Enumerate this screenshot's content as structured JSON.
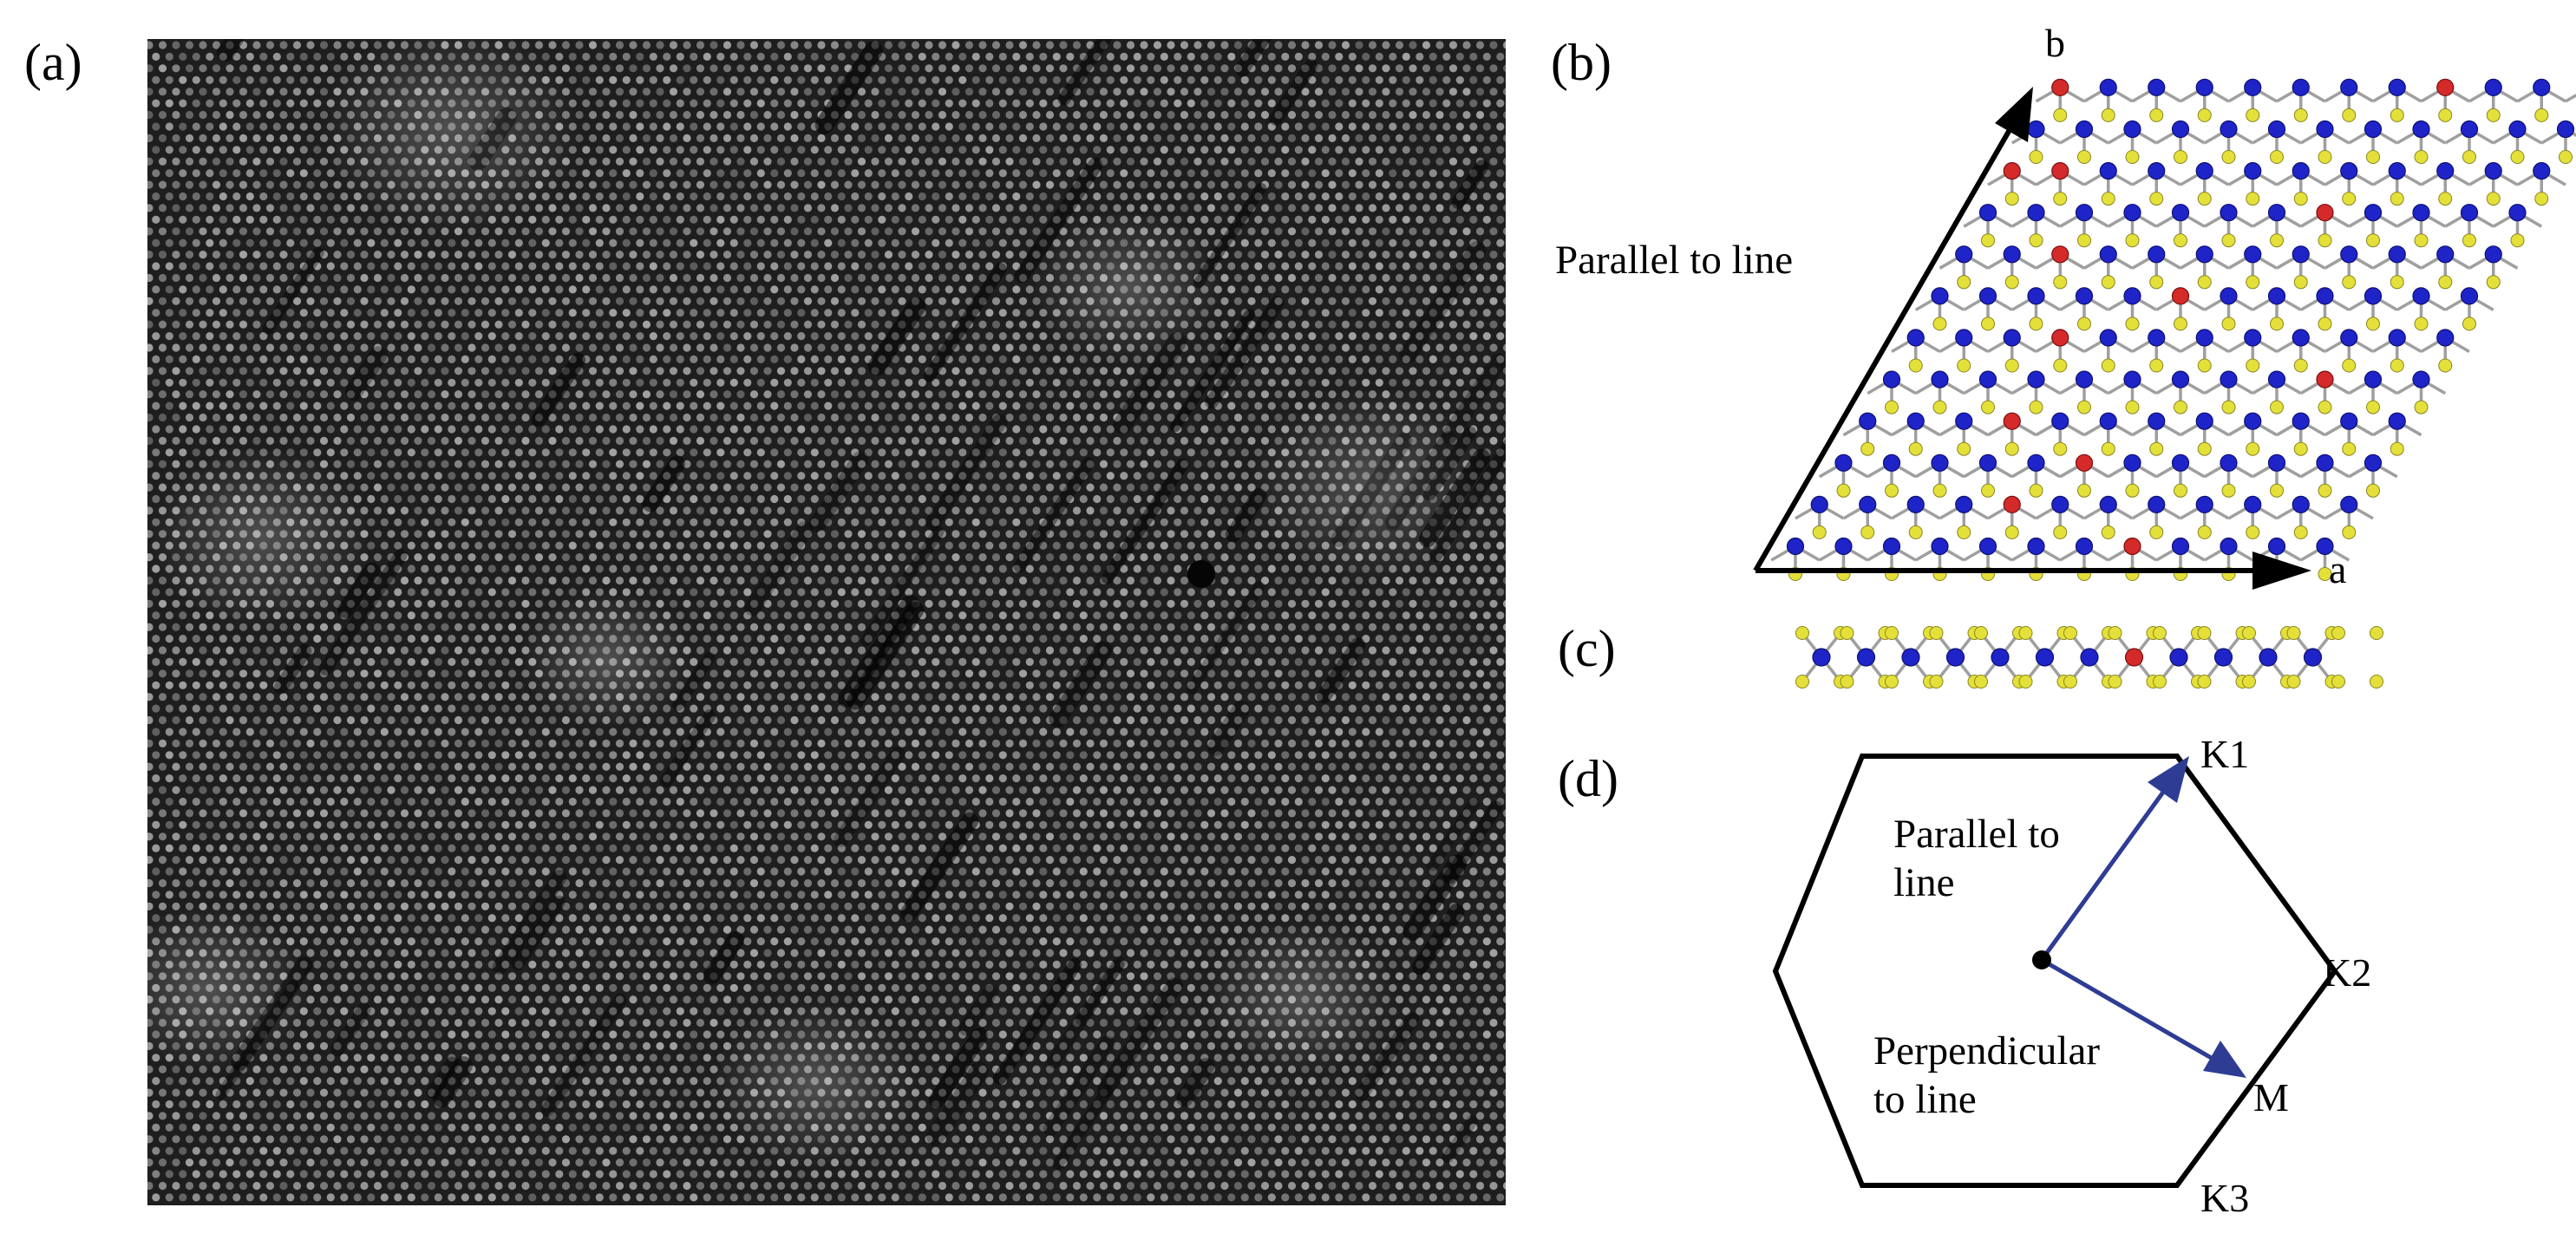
{
  "figure": {
    "panels": {
      "a": {
        "label": "(a)"
      },
      "b": {
        "label": "(b)",
        "annotation": "Parallel to line",
        "axis_a": "a",
        "axis_b": "b"
      },
      "c": {
        "label": "(c)"
      },
      "d": {
        "label": "(d)",
        "vertex_labels": {
          "k1": "K1",
          "k2": "K2",
          "k3": "K3",
          "m": "M"
        },
        "parallel_lines": [
          "Parallel to",
          "line"
        ],
        "perpendicular_lines": [
          "Perpendicular",
          "to line"
        ]
      }
    },
    "colors": {
      "stem_background": "#1e1e1e",
      "stem_atoms": "#a9a9a9",
      "metal_atom": "#1f24c8",
      "chalcogen_atom": "#e4e03a",
      "dopant_atom": "#d42a2a",
      "bond": "#9f9f9f",
      "arrow_blue": "#2e3c94",
      "black": "#000000"
    }
  }
}
